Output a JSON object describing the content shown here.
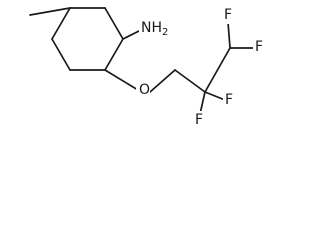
{
  "molecule": {
    "atoms": {
      "amine": "NH2",
      "ether_oxygen": "O",
      "fluorine_1": "F",
      "fluorine_2": "F",
      "fluorine_3": "F",
      "fluorine_4": "F"
    }
  },
  "colors": {
    "bond": "#1a1a1a",
    "label": "#1a1a1a",
    "background": "#ffffff"
  }
}
